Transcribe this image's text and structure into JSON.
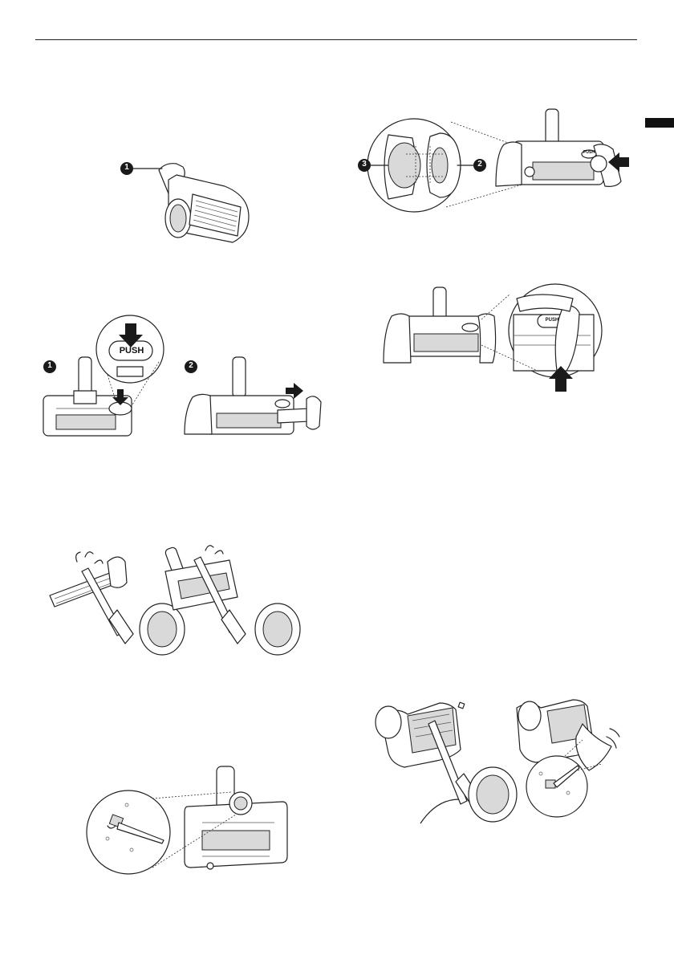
{
  "callouts": {
    "c1": "1",
    "c2": "2",
    "c3": "3"
  },
  "labels": {
    "push_large": "PUSH",
    "push_small": "PUSH"
  }
}
